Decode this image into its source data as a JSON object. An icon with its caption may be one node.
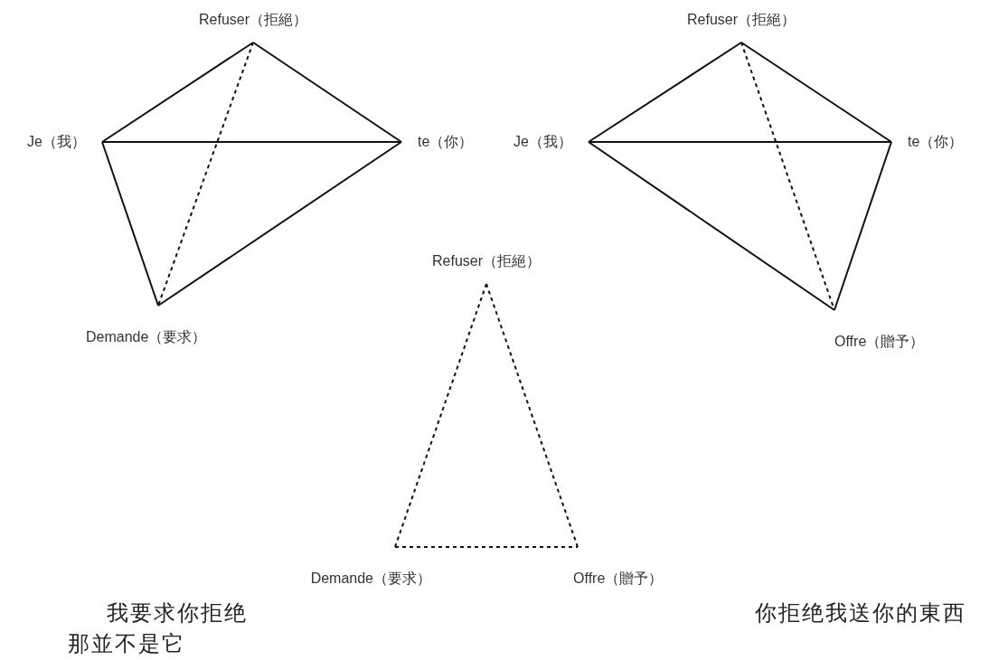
{
  "diagram": {
    "nodes": [
      {
        "text": [
          "Refuser（拒絕）"
        ]
      },
      {
        "text": [
          "Je（我）"
        ]
      },
      {
        "text": [
          "te（你）"
        ]
      },
      {
        "text": [
          "Demande（要求）"
        ]
      },
      {
        "text": [
          "Refuser（拒絕）"
        ]
      },
      {
        "text": [
          "Je（我）"
        ]
      },
      {
        "text": [
          "te（你）"
        ]
      },
      {
        "text": [
          "Offre（贈予）"
        ]
      },
      {
        "text": [
          "Refuser（拒絕）"
        ]
      },
      {
        "text": [
          "Demande（要求）"
        ]
      },
      {
        "text": [
          "Offre（贈予）"
        ]
      }
    ],
    "edges": [
      {
        "from": 0,
        "to": 1,
        "arrow": "none"
      },
      {
        "from": 0,
        "to": 2,
        "arrow": "none"
      },
      {
        "from": 1,
        "to": 2,
        "arrow": "none"
      },
      {
        "from": 1,
        "to": 3,
        "arrow": "none"
      },
      {
        "from": 2,
        "to": 3,
        "arrow": "none"
      },
      {
        "from": 0,
        "to": 3,
        "arrow": "none",
        "style": "dashed"
      },
      {
        "from": 4,
        "to": 5,
        "arrow": "none"
      },
      {
        "from": 4,
        "to": 6,
        "arrow": "none"
      },
      {
        "from": 5,
        "to": 6,
        "arrow": "none"
      },
      {
        "from": 5,
        "to": 7,
        "arrow": "none"
      },
      {
        "from": 6,
        "to": 7,
        "arrow": "none"
      },
      {
        "from": 4,
        "to": 7,
        "arrow": "none",
        "style": "dashed"
      },
      {
        "from": 8,
        "to": 9,
        "arrow": "none",
        "style": "dashed"
      },
      {
        "from": 8,
        "to": 10,
        "arrow": "none",
        "style": "dashed"
      },
      {
        "from": 9,
        "to": 10,
        "arrow": "none",
        "style": "dashed"
      }
    ],
    "labels": [
      "我要求你拒绝",
      "你拒绝我送你的東西",
      "那並不是它"
    ]
  }
}
